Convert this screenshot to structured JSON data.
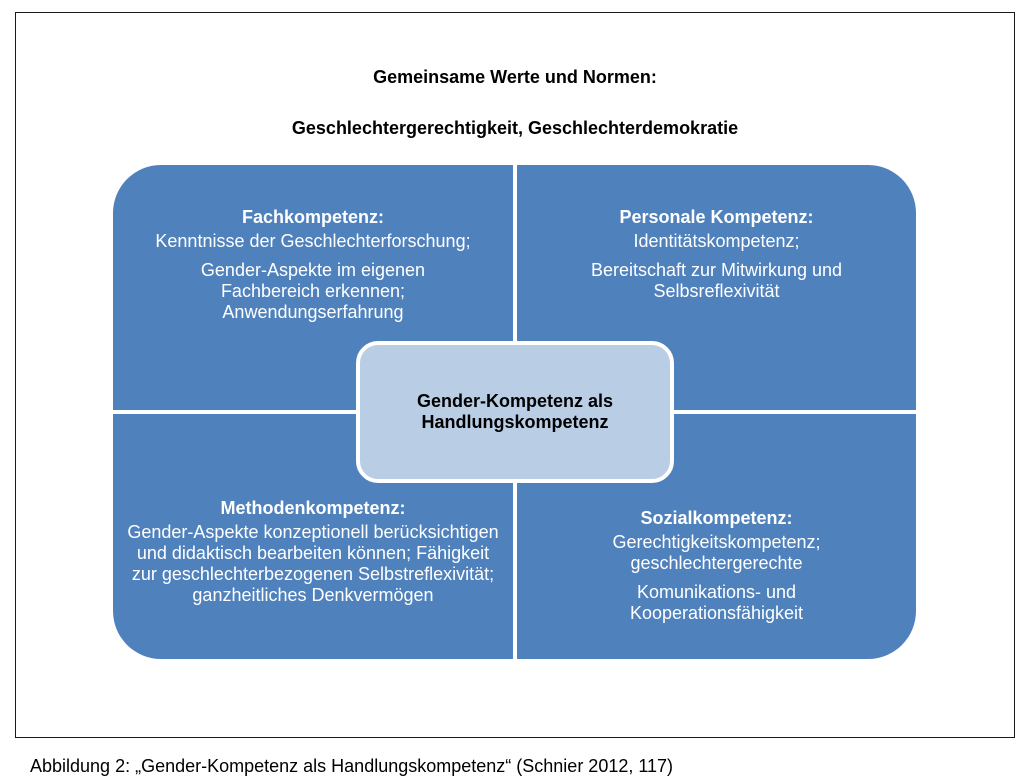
{
  "header": {
    "line1": "Gemeinsame Werte und Normen:",
    "line2": "Geschlechtergerechtigkeit, Geschlechterdemokratie"
  },
  "quadrants": {
    "top_left": {
      "title": "Fachkompetenz:",
      "paragraphs": [
        "Kenntnisse der Geschlechterforschung;",
        "Gender-Aspekte im eigenen Fachbereich erkennen; Anwendungserfahrung"
      ]
    },
    "top_right": {
      "title": "Personale Kompetenz:",
      "paragraphs": [
        "Identitätskompetenz;",
        "Bereitschaft zur Mitwirkung und Selbsreflexivität"
      ]
    },
    "bottom_left": {
      "title": "Methodenkompetenz:",
      "paragraphs": [
        "Gender-Aspekte konzeptionell berücksichtigen und didaktisch bearbeiten können; Fähigkeit zur geschlechterbezogenen Selbstreflexivität; ganzheitliches Denkvermögen"
      ]
    },
    "bottom_right": {
      "title": "Sozialkompetenz:",
      "paragraphs": [
        "Gerechtigkeitskompetenz; geschlechtergerechte",
        "Komunikations- und Kooperationsfähigkeit"
      ]
    }
  },
  "center": {
    "label": "Gender-Kompetenz als Handlungskompetenz"
  },
  "caption": "Abbildung 2: „Gender-Kompetenz als Handlungskompetenz“ (Schnier 2012, 117)",
  "colors": {
    "quadrant_fill": "#4f81bd",
    "center_fill": "#b9cde5",
    "quadrant_text": "#ffffff",
    "center_text": "#000000"
  }
}
